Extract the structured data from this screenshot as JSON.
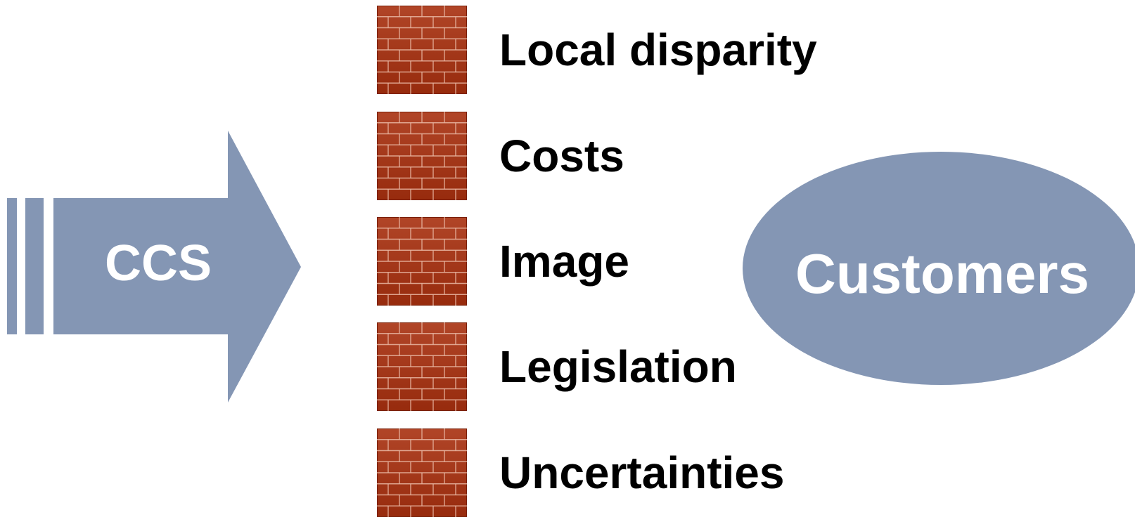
{
  "colors": {
    "shape_fill": "#8496b4",
    "brick": "#a8300f",
    "mortar": "#e9b7a3",
    "label_text": "#000000",
    "shape_text": "#ffffff"
  },
  "source": {
    "label": "CCS",
    "icon": "arrow-right-icon"
  },
  "barriers": [
    {
      "label": "Local disparity",
      "icon": "brick-wall-icon"
    },
    {
      "label": "Costs",
      "icon": "brick-wall-icon"
    },
    {
      "label": "Image",
      "icon": "brick-wall-icon"
    },
    {
      "label": "Legislation",
      "icon": "brick-wall-icon"
    },
    {
      "label": "Uncertainties",
      "icon": "brick-wall-icon"
    }
  ],
  "target": {
    "label": "Customers"
  }
}
